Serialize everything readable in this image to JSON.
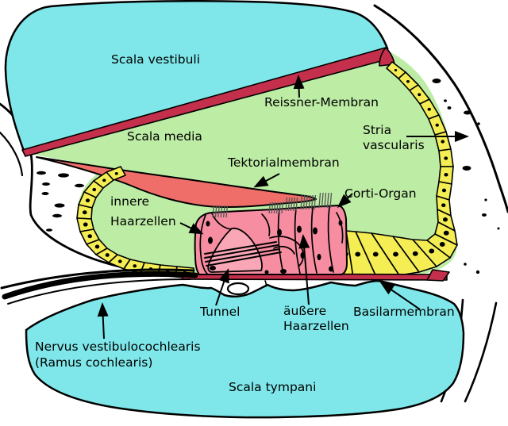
{
  "labels": {
    "scala_vestibuli": "Scala vestibuli",
    "reissner_membran": "Reissner-Membran",
    "scala_media": "Scala media",
    "stria_line1": "Stria",
    "stria_line2": "vascularis",
    "tektorialmembran": "Tektorialmembran",
    "corti_organ": "Corti-Organ",
    "innere_line1": "innere",
    "innere_line2": "Haarzellen",
    "tunnel": "Tunnel",
    "aussere_line1": "äußere",
    "aussere_line2": "Haarzellen",
    "basilarmembran": "Basilarmembran",
    "nervus_line1": "Nervus vestibulocochlearis",
    "nervus_line2": "(Ramus cochlearis)",
    "scala_tympani": "Scala tympani"
  },
  "colors": {
    "perilymph": "#7FE7EA",
    "endolymph": "#BDECA5",
    "cells": "#F4EE54",
    "membrane": "#C42F4B",
    "tectorial": "#EF6E69",
    "corti": "#F78DA1",
    "tunnel": "#F9A6B6",
    "outline": "#000000",
    "stereocilia": "#555555",
    "background": "#FFFFFF"
  }
}
